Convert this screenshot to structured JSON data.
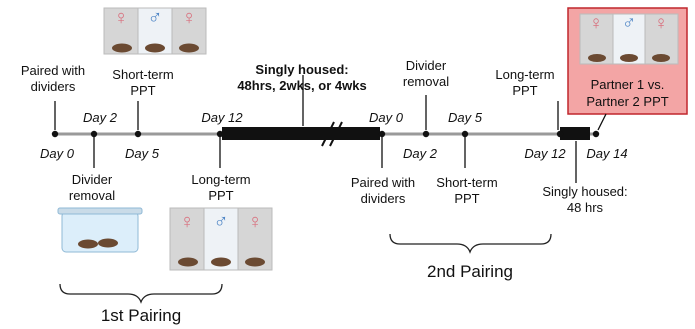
{
  "timeline": {
    "days_first": [
      "Day 0",
      "Day 2",
      "Day 5",
      "Day 12"
    ],
    "days_second": [
      "Day 0",
      "Day 2",
      "Day 5",
      "Day 12",
      "Day 14"
    ]
  },
  "events": {
    "paired_with_dividers_1": [
      "Paired with",
      "dividers"
    ],
    "divider_removal_1": [
      "Divider",
      "removal"
    ],
    "short_term_ppt_1": [
      "Short-term",
      "PPT"
    ],
    "long_term_ppt_1": [
      "Long-term",
      "PPT"
    ],
    "singly_housed_long": [
      "Singly housed:",
      "48hrs, 2wks, or 4wks"
    ],
    "divider_removal_2": [
      "Divider",
      "removal"
    ],
    "paired_with_dividers_2": [
      "Paired with",
      "dividers"
    ],
    "short_term_ppt_2": [
      "Short-term",
      "PPT"
    ],
    "long_term_ppt_2": [
      "Long-term",
      "PPT"
    ],
    "singly_housed_short": [
      "Singly housed:",
      "48 hrs"
    ],
    "partner_test": [
      "Partner 1 vs.",
      "Partner 2 PPT"
    ]
  },
  "phases": {
    "first": "1st Pairing",
    "second": "2nd Pairing"
  },
  "symbols": {
    "female": "♀",
    "male": "♂"
  },
  "colors": {
    "timeline": "#9a9a9a",
    "housing_bar": "#111111",
    "female": "#d9707e",
    "male": "#4f86c6",
    "highlight_fill": "#f3a5a5",
    "highlight_border": "#c0272d",
    "chamber_side": "#d6d6d6",
    "chamber_mid": "#eef2f6",
    "mouse": "#6b4a32"
  }
}
